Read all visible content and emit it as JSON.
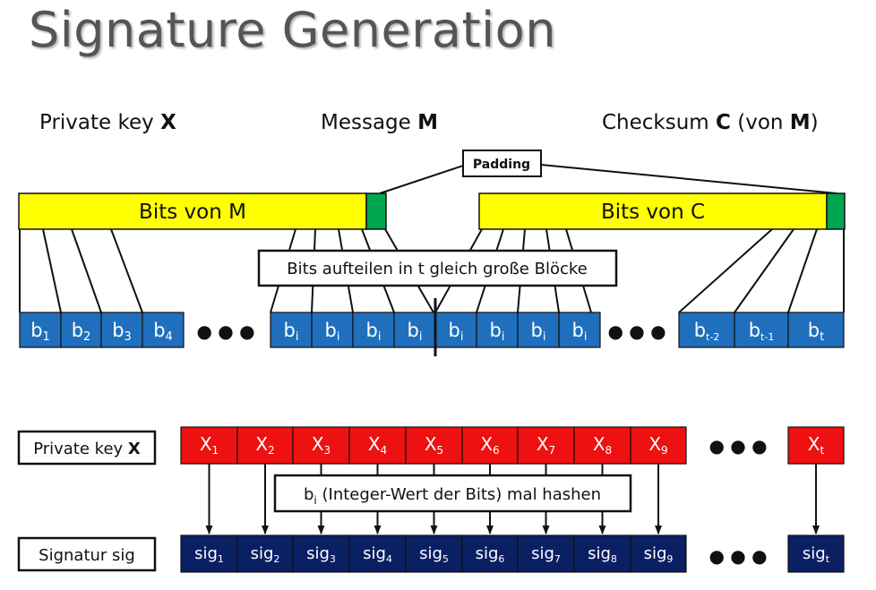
{
  "title": "Signature Generation",
  "headers": {
    "private_key_label": "Private key ",
    "private_key_var": "X",
    "message_label": "Message ",
    "message_var": "M",
    "checksum_label": "Checksum ",
    "checksum_var": "C",
    "checksum_mid": " (von ",
    "checksum_ref": "M",
    "checksum_end": ")"
  },
  "padding_label": "Padding",
  "bar_message_label": "Bits von M",
  "bar_checksum_label": "Bits von C",
  "split_label": "Bits aufteilen in t gleich große Blöcke",
  "blocks": [
    {
      "base": "b",
      "sub": "1"
    },
    {
      "base": "b",
      "sub": "2"
    },
    {
      "base": "b",
      "sub": "3"
    },
    {
      "base": "b",
      "sub": "4"
    },
    {
      "base": "b",
      "sub": "i"
    },
    {
      "base": "b",
      "sub": "i"
    },
    {
      "base": "b",
      "sub": "i"
    },
    {
      "base": "b",
      "sub": "i"
    },
    {
      "base": "b",
      "sub": "i"
    },
    {
      "base": "b",
      "sub": "i"
    },
    {
      "base": "b",
      "sub": "i"
    },
    {
      "base": "b",
      "sub": "i"
    },
    {
      "base": "b",
      "sub": "t-2"
    },
    {
      "base": "b",
      "sub": "t-1"
    },
    {
      "base": "b",
      "sub": "t"
    }
  ],
  "dots": "● ● ●",
  "private_key_box": {
    "label": "Private key ",
    "var": "X"
  },
  "signature_box": "Signatur sig",
  "hash_label_pre": "b",
  "hash_label_sub": "i",
  "hash_label_post": " (Integer-Wert der Bits) mal hashen",
  "keys": [
    {
      "base": "X",
      "sub": "1"
    },
    {
      "base": "X",
      "sub": "2"
    },
    {
      "base": "X",
      "sub": "3"
    },
    {
      "base": "X",
      "sub": "4"
    },
    {
      "base": "X",
      "sub": "5"
    },
    {
      "base": "X",
      "sub": "6"
    },
    {
      "base": "X",
      "sub": "7"
    },
    {
      "base": "X",
      "sub": "8"
    },
    {
      "base": "X",
      "sub": "9"
    },
    {
      "base": "X",
      "sub": "t"
    }
  ],
  "sigs": [
    {
      "base": "sig",
      "sub": "1"
    },
    {
      "base": "sig",
      "sub": "2"
    },
    {
      "base": "sig",
      "sub": "3"
    },
    {
      "base": "sig",
      "sub": "4"
    },
    {
      "base": "sig",
      "sub": "5"
    },
    {
      "base": "sig",
      "sub": "6"
    },
    {
      "base": "sig",
      "sub": "7"
    },
    {
      "base": "sig",
      "sub": "8"
    },
    {
      "base": "sig",
      "sub": "9"
    },
    {
      "base": "sig",
      "sub": "t"
    }
  ],
  "colors": {
    "yellow": "#ffff00",
    "green": "#00a550",
    "blue": "#1f6fbd",
    "red": "#ee1111",
    "navy": "#0b1f63"
  }
}
